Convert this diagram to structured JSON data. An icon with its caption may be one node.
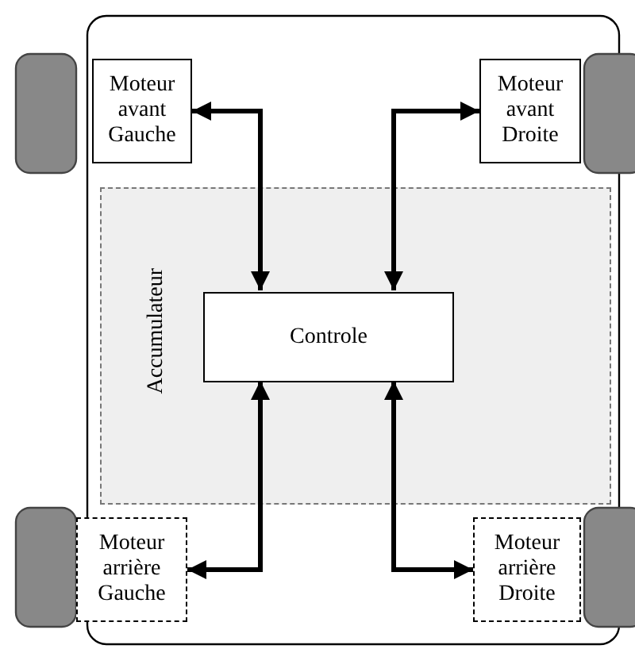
{
  "diagram": {
    "nodes": [
      {
        "text": [
          "Moteur avant Gauche"
        ]
      },
      {
        "text": [
          "Moteur avant Droite"
        ]
      },
      {
        "text": [
          "Accumulateur"
        ]
      },
      {
        "text": [
          "Controle"
        ],
        "in": 2
      },
      {
        "text": [
          "Moteur arrière Gauche"
        ]
      },
      {
        "text": [
          "Moteur arrière Droite"
        ]
      }
    ],
    "edges": [
      {
        "from": 3,
        "to": 0,
        "arrow": "both"
      },
      {
        "from": 3,
        "to": 1,
        "arrow": "both"
      },
      {
        "from": 3,
        "to": 4,
        "arrow": "both"
      },
      {
        "from": 3,
        "to": 5,
        "arrow": "both"
      }
    ]
  }
}
